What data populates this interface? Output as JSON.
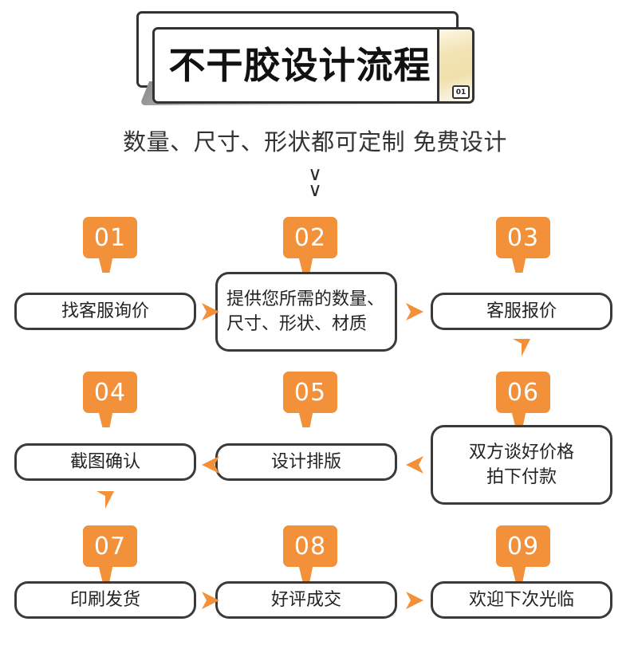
{
  "header": {
    "title": "不干胶设计流程",
    "corner_badge": "01",
    "accent_color": "#F2913A",
    "border_color": "#323232"
  },
  "subtitle": {
    "text": "数量、尺寸、形状都可定制 免费设计",
    "chevron_glyph": "∨",
    "chevron_count": 2
  },
  "steps": [
    {
      "number": "01",
      "lines": [
        "找客服询价"
      ]
    },
    {
      "number": "02",
      "lines": [
        "提供您所需的数量、",
        "尺寸、形状、材质"
      ]
    },
    {
      "number": "03",
      "lines": [
        "客服报价"
      ]
    },
    {
      "number": "04",
      "lines": [
        "截图确认"
      ]
    },
    {
      "number": "05",
      "lines": [
        "设计排版"
      ]
    },
    {
      "number": "06",
      "lines": [
        "双方谈好价格",
        "拍下付款"
      ]
    },
    {
      "number": "07",
      "lines": [
        "印刷发货"
      ]
    },
    {
      "number": "08",
      "lines": [
        "好评成交"
      ]
    },
    {
      "number": "09",
      "lines": [
        "欢迎下次光临"
      ]
    }
  ],
  "connectors": [
    {
      "from": "01",
      "to": "02",
      "direction": "right"
    },
    {
      "from": "02",
      "to": "03",
      "direction": "right"
    },
    {
      "from": "03",
      "to": "06",
      "direction": "down"
    },
    {
      "from": "06",
      "to": "05",
      "direction": "left"
    },
    {
      "from": "05",
      "to": "04",
      "direction": "left"
    },
    {
      "from": "04",
      "to": "07",
      "direction": "down"
    },
    {
      "from": "07",
      "to": "08",
      "direction": "right"
    },
    {
      "from": "08",
      "to": "09",
      "direction": "right"
    }
  ]
}
